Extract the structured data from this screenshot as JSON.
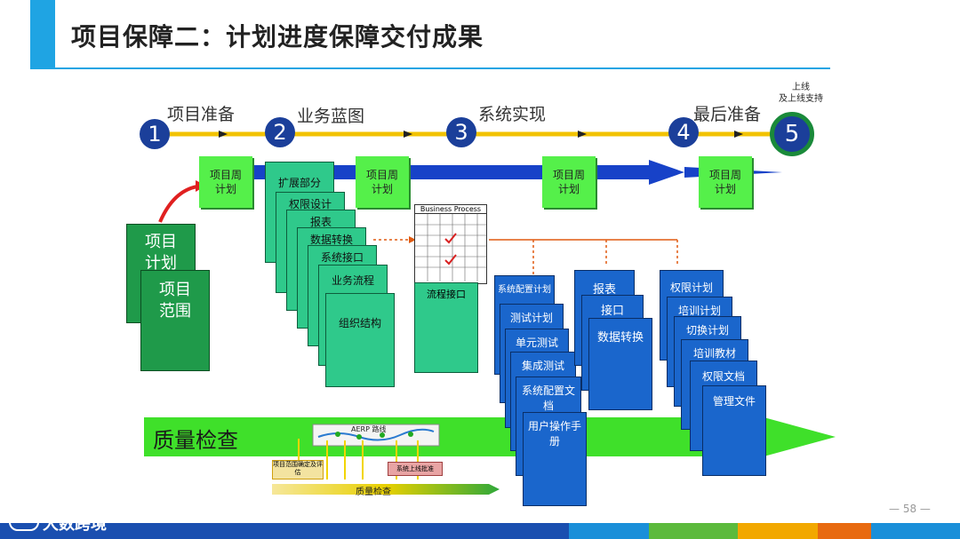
{
  "title": "项目保障二：计划进度保障交付成果",
  "phases": [
    {
      "num": "1",
      "label": "项目准备"
    },
    {
      "num": "2",
      "label": "业务蓝图"
    },
    {
      "num": "3",
      "label": "系统实现"
    },
    {
      "num": "4",
      "label": "最后准备"
    },
    {
      "num": "5",
      "label_line1": "上线",
      "label_line2": "及上线支持"
    }
  ],
  "weekly_plan": {
    "line1": "项目周",
    "line2": "计划"
  },
  "project_docs": {
    "plan": "项目计划",
    "scope": "项目范围"
  },
  "blueprint_stack": [
    "扩展部分",
    "权限设计",
    "报表",
    "数据转换",
    "系统接口",
    "业务流程",
    "组织结构"
  ],
  "business_process": {
    "header": "Business Process",
    "label": "流程接口"
  },
  "stack_a": [
    "系统配置计划",
    "测试计划",
    "单元测试",
    "集成测试",
    "系统配置文档",
    "用户操作手册"
  ],
  "stack_b": [
    "报表",
    "接口",
    "数据转换"
  ],
  "stack_c": [
    "权限计划",
    "培训计划",
    "切换计划",
    "培训教材",
    "权限文档",
    "管理文件"
  ],
  "quality": {
    "main_label": "质量检查",
    "route_label": "AERP 路线",
    "left_tag": "项目范围确定及评估",
    "right_tag": "系统上线批准",
    "bottom_label": "质量检查"
  },
  "footer": {
    "page": "58",
    "watermark": "大数跨境"
  },
  "colors": {
    "accent": "#1fa4e3",
    "stage": "#1b3f9a",
    "green": "#55f04a",
    "teal": "#2fc98b",
    "blue": "#1a66cc"
  }
}
